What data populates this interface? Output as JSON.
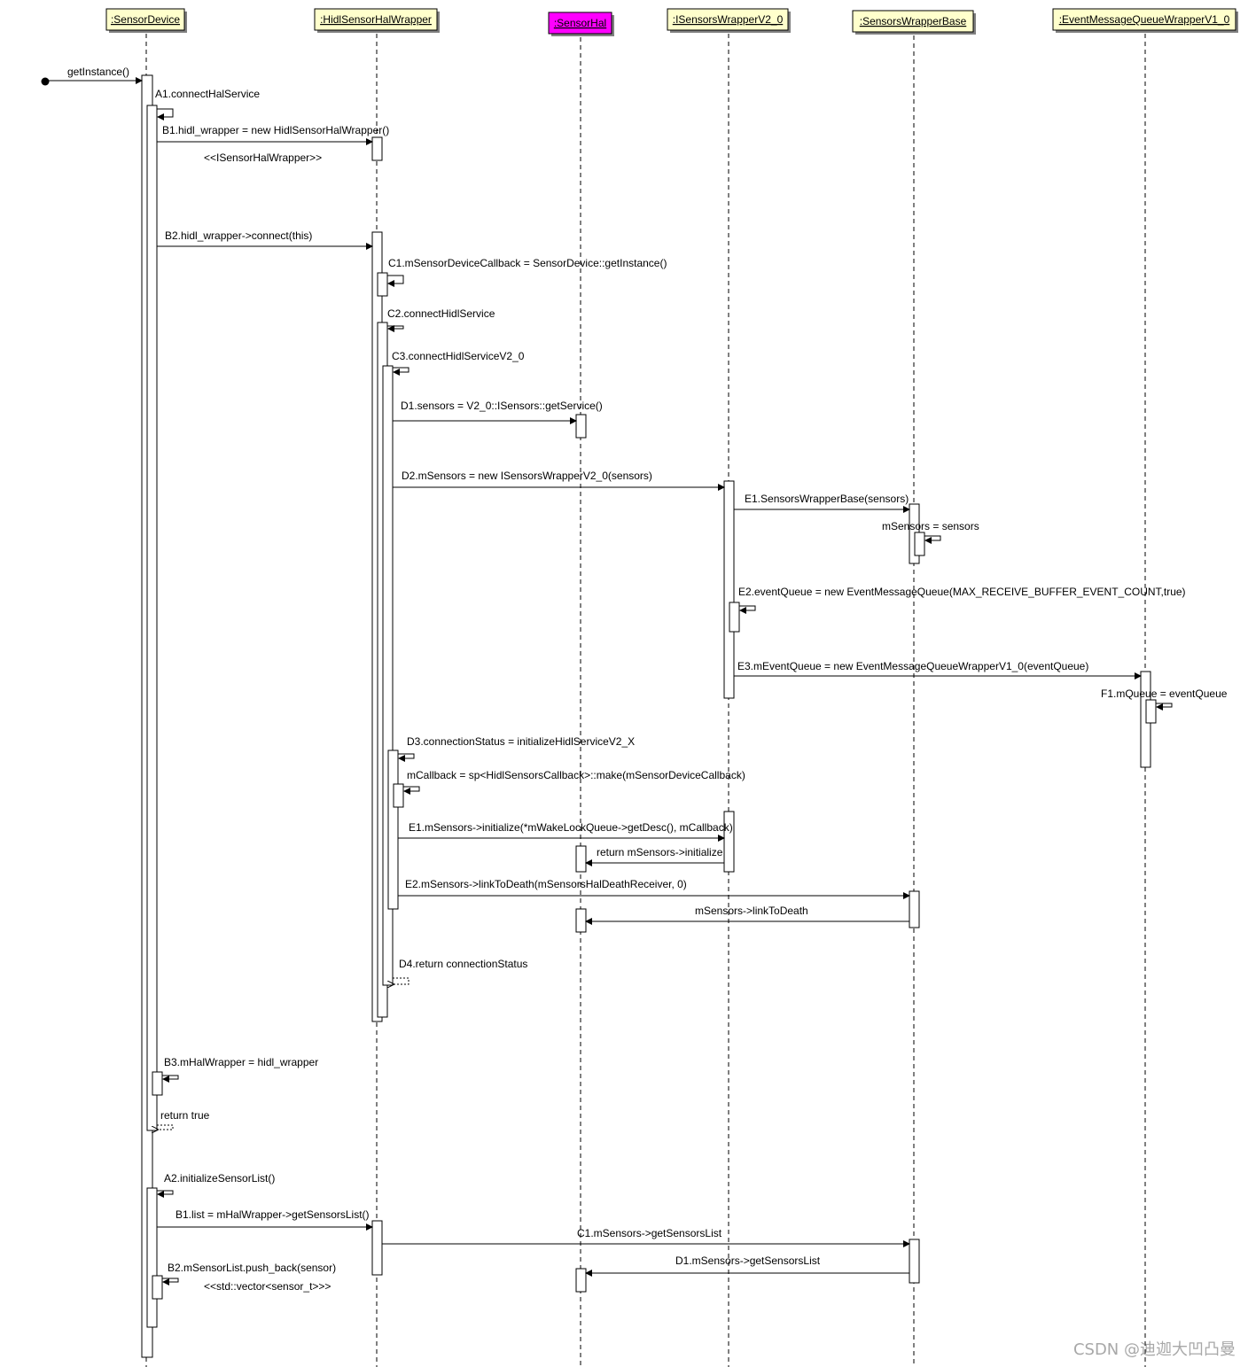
{
  "participants": [
    {
      "id": "sd",
      "label": ":SensorDevice",
      "fill": "#ffffcc"
    },
    {
      "id": "hw",
      "label": ":HidlSensorHalWrapper",
      "fill": "#ffffcc"
    },
    {
      "id": "sh",
      "label": ":SensorHal",
      "fill": "#ff00ff"
    },
    {
      "id": "isw",
      "label": ":ISensorsWrapperV2_0",
      "fill": "#ffffcc"
    },
    {
      "id": "swb",
      "label": ":SensorsWrapperBase",
      "fill": "#ffffcc"
    },
    {
      "id": "emq",
      "label": ":EventMessageQueueWrapperV1_0",
      "fill": "#ffffcc"
    }
  ],
  "messages": [
    {
      "id": "m_getinstance",
      "label": "getInstance()"
    },
    {
      "id": "m_a1",
      "label": "A1.connectHalService"
    },
    {
      "id": "m_b1",
      "label": "B1.hidl_wrapper = new HidlSensorHalWrapper()"
    },
    {
      "id": "m_b1_stereo",
      "label": "<<ISensorHalWrapper>>"
    },
    {
      "id": "m_b2",
      "label": "B2.hidl_wrapper->connect(this)"
    },
    {
      "id": "m_c1",
      "label": "C1.mSensorDeviceCallback = SensorDevice::getInstance()"
    },
    {
      "id": "m_c2",
      "label": "C2.connectHidlService"
    },
    {
      "id": "m_c3",
      "label": "C3.connectHidlServiceV2_0"
    },
    {
      "id": "m_d1",
      "label": "D1.sensors = V2_0::ISensors::getService()"
    },
    {
      "id": "m_d2",
      "label": "D2.mSensors = new ISensorsWrapperV2_0(sensors)"
    },
    {
      "id": "m_e1a",
      "label": "E1.SensorsWrapperBase(sensors)"
    },
    {
      "id": "m_msensors",
      "label": "mSensors = sensors"
    },
    {
      "id": "m_e2a",
      "label": "E2.eventQueue = new EventMessageQueue(MAX_RECEIVE_BUFFER_EVENT_COUNT,true)"
    },
    {
      "id": "m_e3",
      "label": "E3.mEventQueue = new EventMessageQueueWrapperV1_0(eventQueue)"
    },
    {
      "id": "m_f1",
      "label": "F1.mQueue = eventQueue"
    },
    {
      "id": "m_d3",
      "label": "D3.connectionStatus = initializeHidlServiceV2_X"
    },
    {
      "id": "m_mcallback",
      "label": "mCallback = sp<HidlSensorsCallback>::make(mSensorDeviceCallback)"
    },
    {
      "id": "m_e1b",
      "label": "E1.mSensors->initialize(*mWakeLockQueue->getDesc(), mCallback)"
    },
    {
      "id": "m_ret_init",
      "label": "return mSensors->initialize"
    },
    {
      "id": "m_e2b",
      "label": "E2.mSensors->linkToDeath(mSensorsHalDeathReceiver, 0)"
    },
    {
      "id": "m_link",
      "label": "mSensors->linkToDeath"
    },
    {
      "id": "m_d4",
      "label": "D4.return connectionStatus"
    },
    {
      "id": "m_b3",
      "label": "B3.mHalWrapper = hidl_wrapper"
    },
    {
      "id": "m_rettrue",
      "label": "return true"
    },
    {
      "id": "m_a2",
      "label": "A2.initializeSensorList()"
    },
    {
      "id": "m_b1list",
      "label": "B1.list = mHalWrapper->getSensorsList()"
    },
    {
      "id": "m_c1list",
      "label": "C1.mSensors->getSensorsList"
    },
    {
      "id": "m_d1list",
      "label": "D1.mSensors->getSensorsList"
    },
    {
      "id": "m_b2push",
      "label": "B2.mSensorList.push_back(sensor)"
    },
    {
      "id": "m_b2_stereo",
      "label": "<<std::vector<sensor_t>>>"
    }
  ],
  "watermark": "CSDN @迪迦大凹凸曼",
  "colors": {
    "line": "#000000",
    "box_fill": "#ffffff",
    "lifeline": "#000000"
  }
}
